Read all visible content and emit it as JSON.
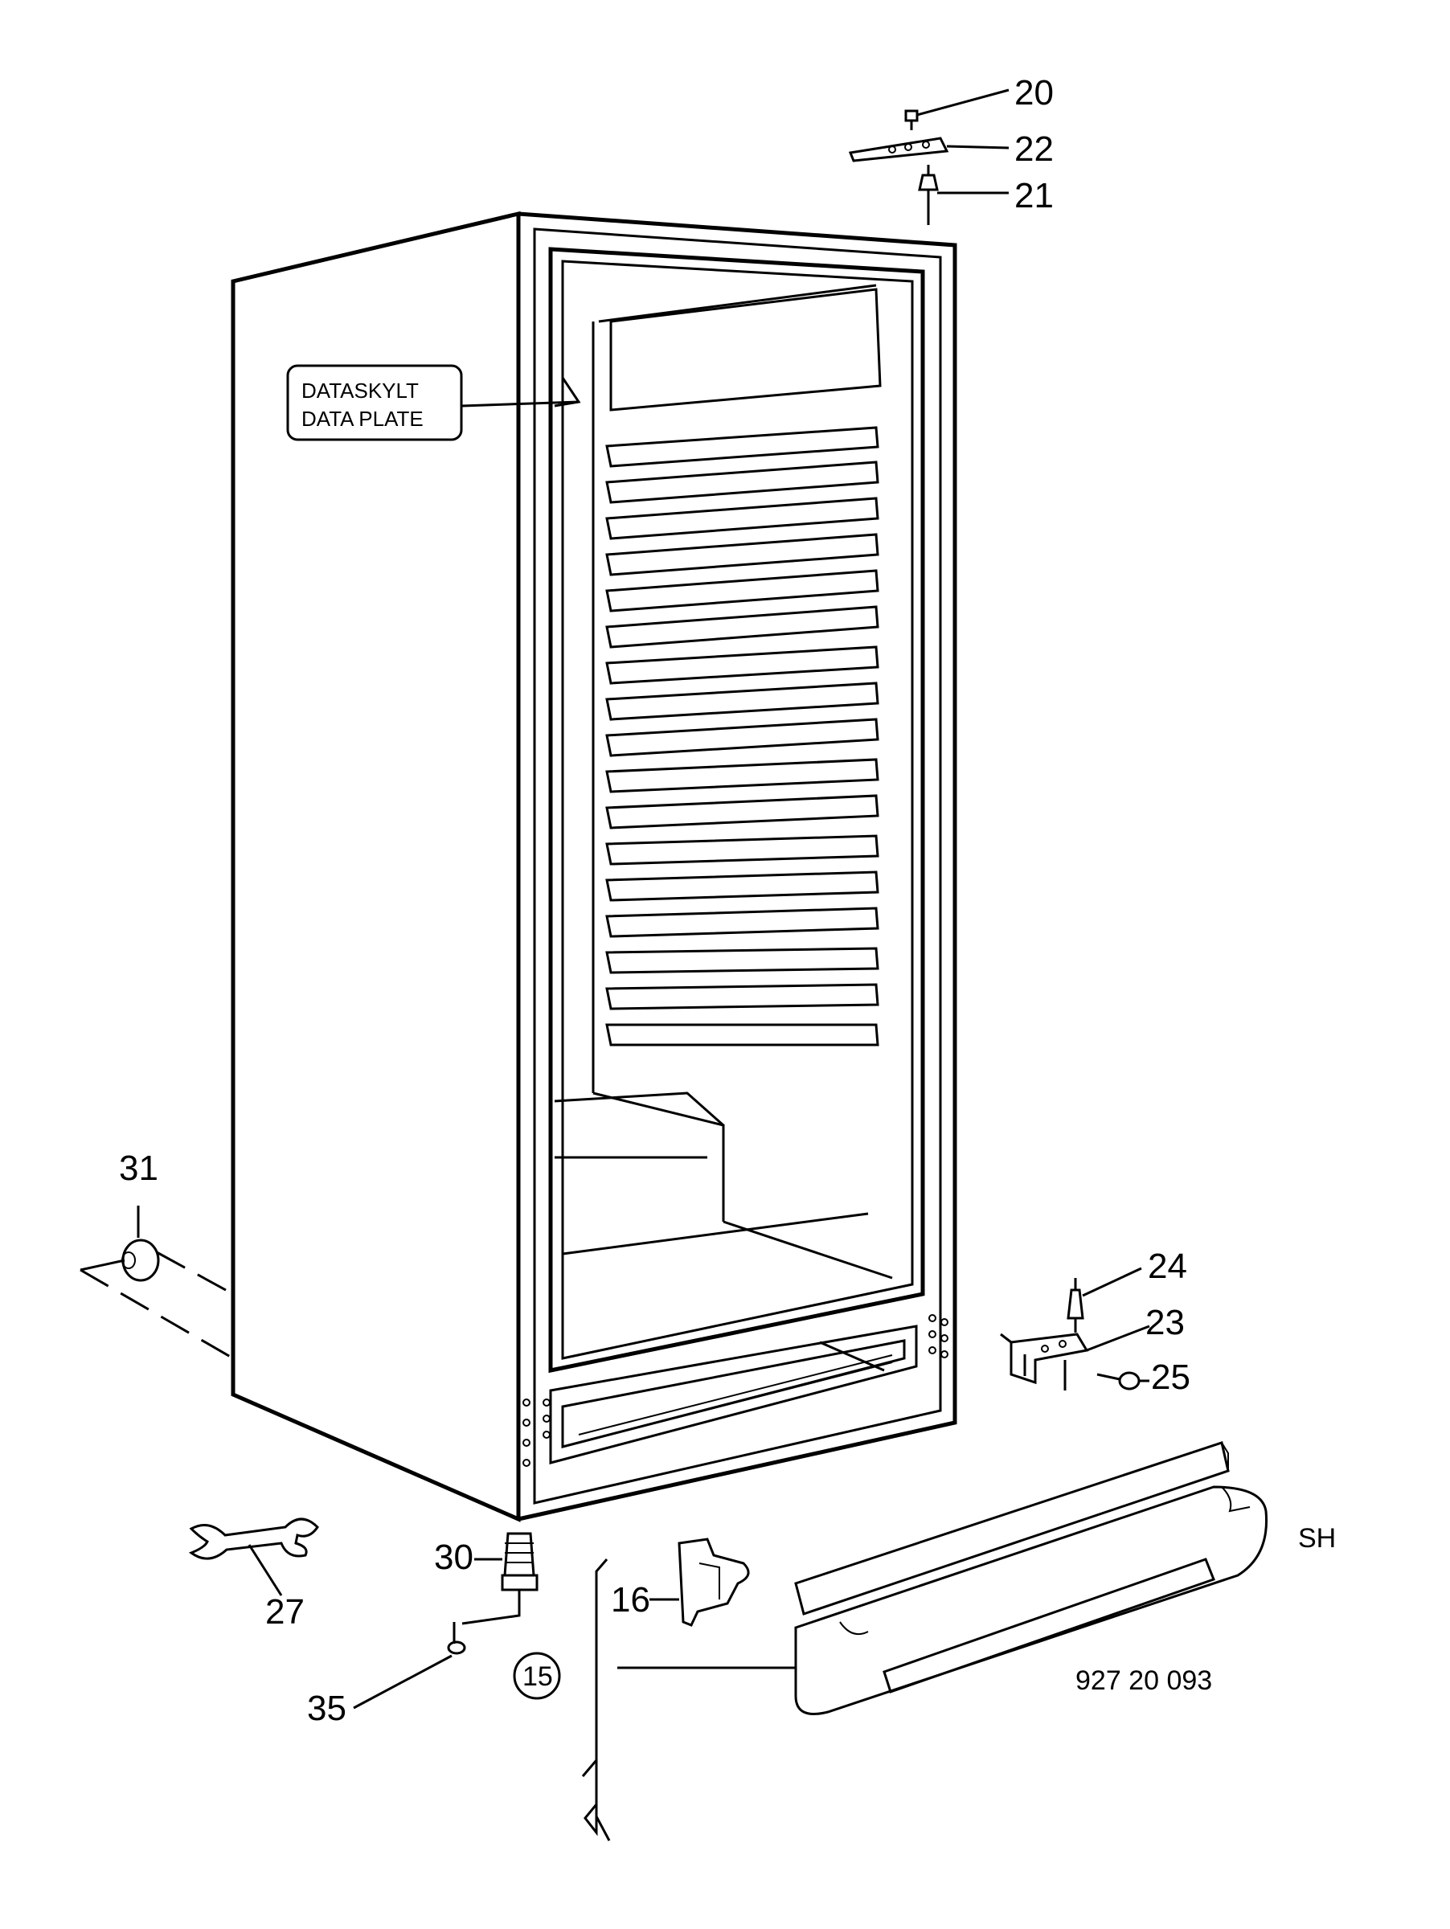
{
  "data_plate": {
    "line1": "DATASKYLT",
    "line2": "DATA PLATE"
  },
  "callouts": [
    {
      "id": "20",
      "part": "screw"
    },
    {
      "id": "22",
      "part": "top-hinge"
    },
    {
      "id": "21",
      "part": "hinge-pin"
    },
    {
      "id": "31",
      "part": "wheel"
    },
    {
      "id": "24",
      "part": "hinge-pin"
    },
    {
      "id": "23",
      "part": "bottom-hinge"
    },
    {
      "id": "25",
      "part": "screw"
    },
    {
      "id": "30",
      "part": "adjustable-foot"
    },
    {
      "id": "27",
      "part": "wrench"
    },
    {
      "id": "35",
      "part": "screw"
    },
    {
      "id": "16",
      "part": "kick-plate-clip"
    },
    {
      "id": "15",
      "part": "kick-plate-assembly"
    }
  ],
  "variant_label": "SH",
  "drawing_number": "927 20 093"
}
